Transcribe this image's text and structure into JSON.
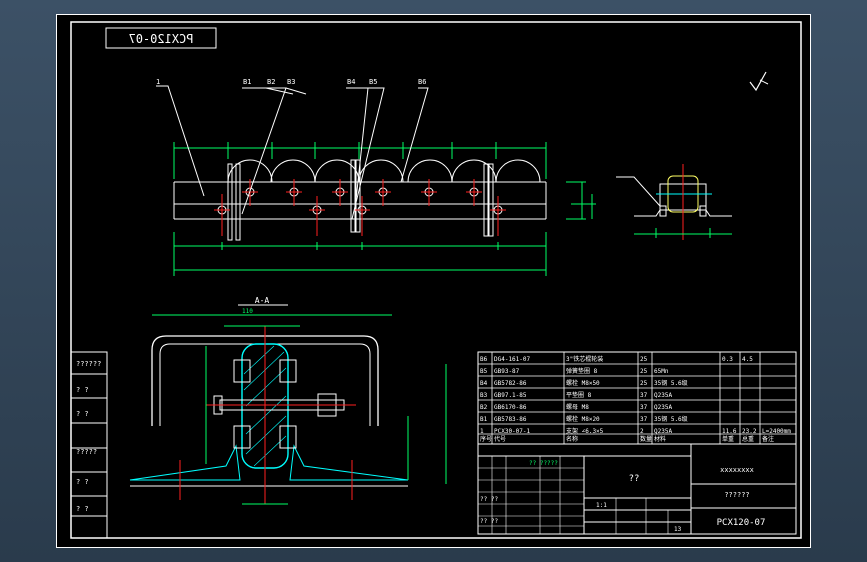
{
  "title_block": {
    "drawing_code": "PCX120-07",
    "drawing_code_mirrored": "PCX120-07",
    "company": "xxxxxxxx",
    "designer": "??????",
    "drawing_name": "??",
    "scale_cell": "1:1",
    "sheet_count": "13",
    "left_column": [
      "??????",
      "? ?",
      "? ?",
      "?????",
      "? ?",
      "? ?"
    ],
    "block_text": [
      "?? ?????",
      "?? ??",
      "?? ??"
    ]
  },
  "section_label": "A-A",
  "view_dim_top": "110",
  "callouts": [
    "1",
    "B1",
    "B2",
    "B3",
    "B4",
    "B5",
    "B6"
  ],
  "bom": {
    "headers": [
      "序号",
      "代号",
      "名称",
      "数量",
      "材料",
      "单重",
      "总重",
      "备注"
    ],
    "rows": [
      {
        "no": "B6",
        "code": "DG4-161-07",
        "name": "3\"铁芯棍轮装",
        "qty": "25",
        "mat": "",
        "w1": "0.3",
        "w2": "4.5",
        "note": ""
      },
      {
        "no": "B5",
        "code": "GB93-87",
        "name": "弹簧垫圈 8",
        "qty": "25",
        "mat": "65Mn",
        "w1": "",
        "w2": "",
        "note": ""
      },
      {
        "no": "B4",
        "code": "GB5782-86",
        "name": "螺栓 M8×50",
        "qty": "25",
        "mat": "35钢 5.6级",
        "w1": "",
        "w2": "",
        "note": ""
      },
      {
        "no": "B3",
        "code": "GB97.1-85",
        "name": "平垫圈 8",
        "qty": "37",
        "mat": "Q235A",
        "w1": "",
        "w2": "",
        "note": ""
      },
      {
        "no": "B2",
        "code": "GB6170-86",
        "name": "螺母 M8",
        "qty": "37",
        "mat": "Q235A",
        "w1": "",
        "w2": "",
        "note": ""
      },
      {
        "no": "B1",
        "code": "GB5783-86",
        "name": "螺栓 M8×20",
        "qty": "37",
        "mat": "35钢 5.6级",
        "w1": "",
        "w2": "",
        "note": ""
      },
      {
        "no": "1",
        "code": "PCX30-07-1",
        "name": "支架 ∠6.3×5",
        "qty": "2",
        "mat": "Q235A",
        "w1": "11.6",
        "w2": "23.2",
        "note": "L=2400mm"
      }
    ]
  },
  "colors": {
    "line": "#ffffff",
    "dim": "#00ff66",
    "center": "#ff2020",
    "hatch": "#00ffff",
    "part": "#ffff66",
    "frame": "#ffffff",
    "bg": "#000000"
  }
}
